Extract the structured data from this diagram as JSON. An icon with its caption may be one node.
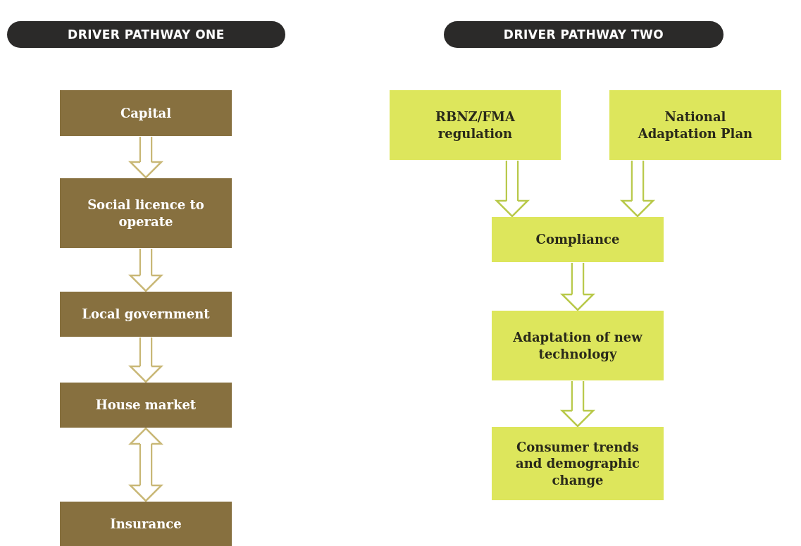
{
  "diagram": {
    "nodes": [
      {
        "text": [
          "DRIVER PATHWAY ONE"
        ]
      },
      {
        "text": [
          "Capital"
        ]
      },
      {
        "text": [
          "Social licence to operate"
        ]
      },
      {
        "text": [
          "Local government"
        ]
      },
      {
        "text": [
          "House market"
        ]
      },
      {
        "text": [
          "Insurance"
        ]
      },
      {
        "text": [
          "DRIVER PATHWAY TWO"
        ]
      },
      {
        "text": [
          "RBNZ/FMA regulation"
        ]
      },
      {
        "text": [
          "National Adaptation Plan"
        ]
      },
      {
        "text": [
          "Compliance"
        ]
      },
      {
        "text": [
          "Adaptation of new technology"
        ]
      },
      {
        "text": [
          "Consumer trends and demographic change"
        ]
      }
    ],
    "edges": [
      {
        "from": 1,
        "to": 2,
        "arrow": "to",
        "color": "#c9b877"
      },
      {
        "from": 2,
        "to": 3,
        "arrow": "to",
        "color": "#c9b877"
      },
      {
        "from": 3,
        "to": 4,
        "arrow": "to",
        "color": "#c9b877"
      },
      {
        "from": 4,
        "to": 5,
        "arrow": "both",
        "color": "#c9b877"
      },
      {
        "from": 7,
        "to": 9,
        "arrow": "to"
      },
      {
        "from": 8,
        "to": 9,
        "arrow": "to"
      },
      {
        "from": 9,
        "to": 10,
        "arrow": "to"
      },
      {
        "from": 10,
        "to": 11,
        "arrow": "to"
      }
    ]
  }
}
